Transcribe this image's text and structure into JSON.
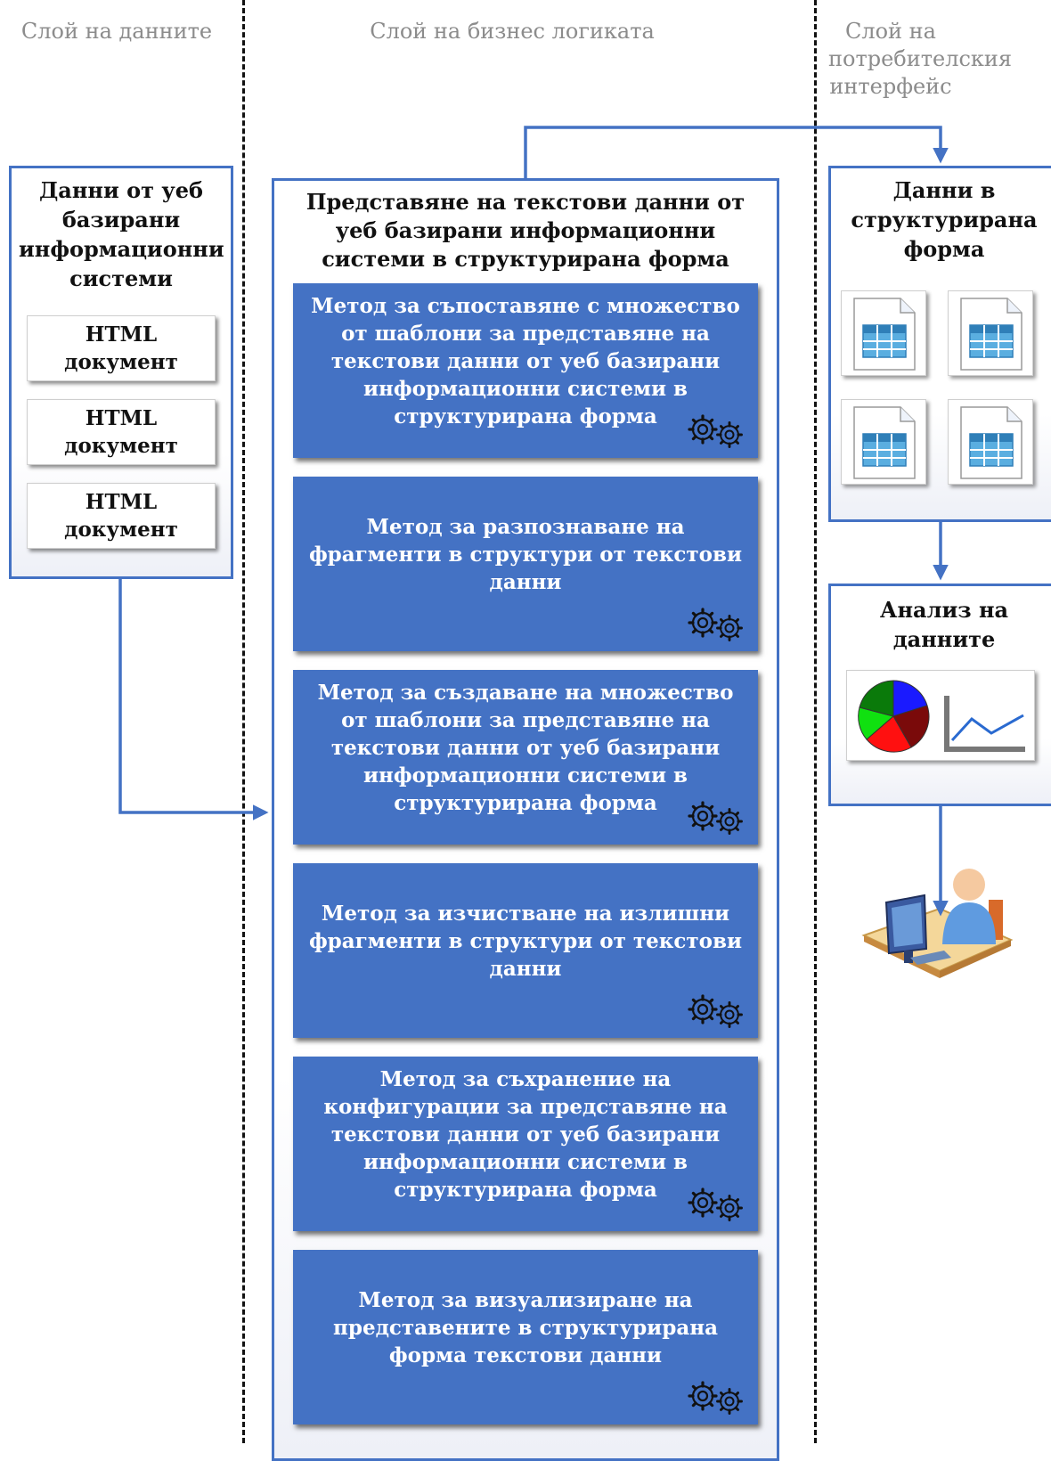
{
  "layers": {
    "data": "Слой на данните",
    "business": "Слой на бизнес логиката",
    "ui": "Слой на потребителския интерфейс"
  },
  "data_panel": {
    "title": "Данни от уеб базирани информационни системи",
    "documents": [
      "HTML документ",
      "HTML документ",
      "HTML документ"
    ]
  },
  "business_panel": {
    "title": "Представяне на текстови данни от уеб базирани информационни системи в структурирана форма",
    "methods": [
      "Метод за съпоставяне с множество от шаблони за представяне на текстови данни от уеб базирани информационни системи в структурирана форма",
      "Метод за разпознаване на фрагменти в структури от текстови данни",
      "Метод за създаване на множество от шаблони за представяне на текстови данни от уеб базирани информационни системи в структурирана форма",
      "Метод за изчистване на излишни фрагменти в структури от текстови данни",
      "Метод за съхранение на конфигурации за представяне на текстови данни от уеб базирани информационни системи в структурирана форма",
      "Метод за визуализиране на представените в структурирана форма текстови данни"
    ]
  },
  "structured_panel": {
    "title": "Данни в структурирана форма"
  },
  "analysis_panel": {
    "title": "Анализ на данните"
  },
  "icons": {
    "method": "gears-icon",
    "structured": "spreadsheet-file-icon",
    "analysis": "pie-and-line-chart-icon",
    "user": "user-at-computer-icon"
  },
  "colors": {
    "accent": "#4472c4",
    "layer_label": "#8c8c8c",
    "method_text": "#ffffff"
  }
}
